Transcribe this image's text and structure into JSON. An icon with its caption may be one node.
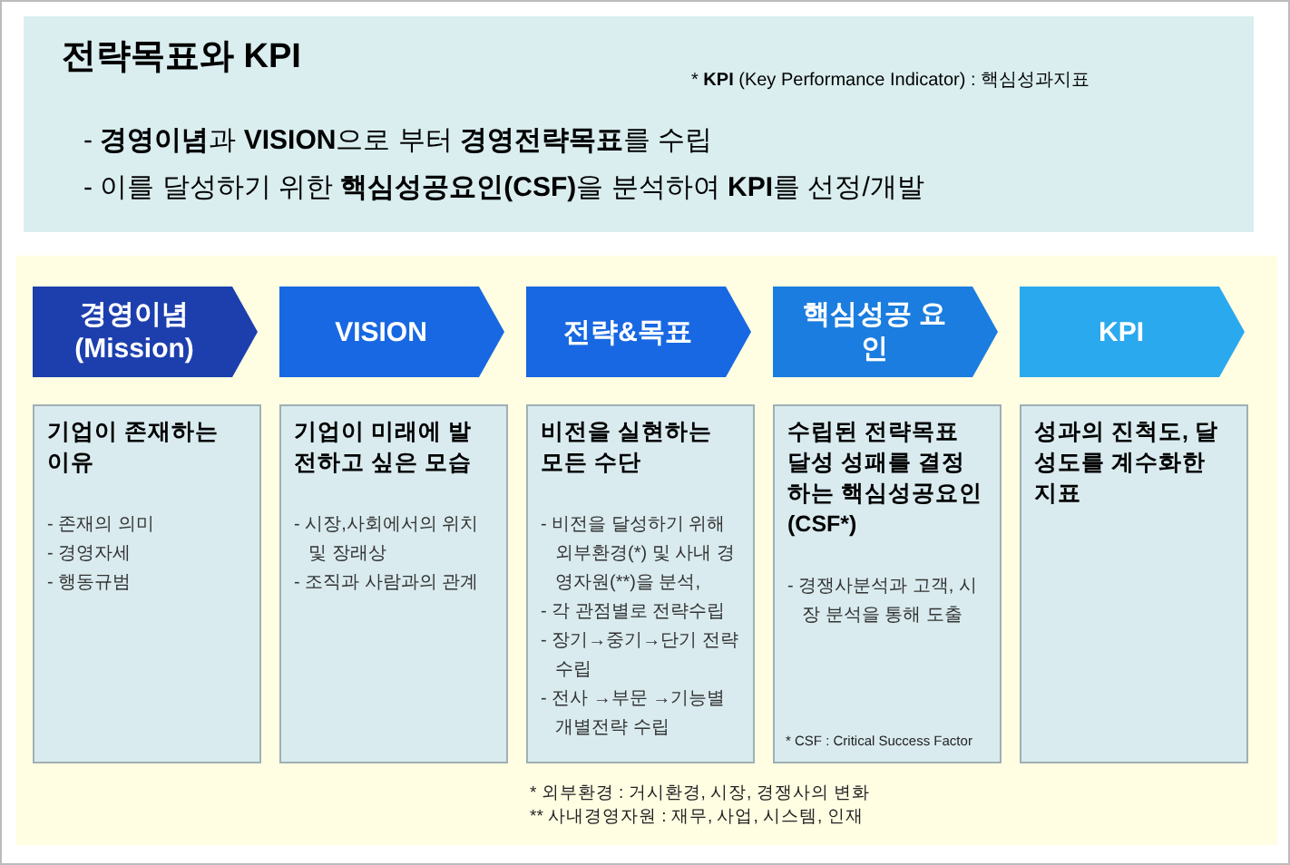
{
  "diagram": {
    "title": "전략목표와 KPI",
    "nodes": [
      {
        "text": [
          "경영이념 (Mission)"
        ]
      },
      {
        "text": [
          "VISION"
        ]
      },
      {
        "text": [
          "전략&목표"
        ]
      },
      {
        "text": [
          "핵심성공 요인"
        ]
      },
      {
        "text": [
          "KPI"
        ]
      },
      {
        "text": [
          "기업이 존재하는 이유",
          "- 존재의 의미",
          "- 경영자세",
          "- 행동규범"
        ]
      },
      {
        "text": [
          "기업이 미래에 발전하고 싶은 모습",
          "- 시장,사회에서의 위치 및 장래상",
          "- 조직과 사람과의 관계"
        ]
      },
      {
        "text": [
          "비전을 실현하는 모든 수단",
          "- 비전을 달성하기 위해 외부환경(*) 및 사내 경영자원(**)을 분석,",
          "- 각 관점별로 전략수립",
          "- 장기→중기→단기 전략 수립",
          "- 전사 →부문 →기능별 개별전략 수립"
        ]
      },
      {
        "text": [
          "수립된 전략목표 달성 성패를 결정하는 핵심성공요인 (CSF*)",
          "- 경쟁사분석과 고객, 시장 분석을 통해 도출",
          "* CSF : Critical Success Factor"
        ]
      },
      {
        "text": [
          "성과의 진척도, 달성도를 계수화한 지표"
        ]
      }
    ],
    "labels": [
      "* **KPI** (Key Performance Indicator) : 핵심성과지표",
      "- **경영이념**과 **VISION**으로 부터 **경영전략목표**를 수립",
      "- 이를 달성하기 위한 **핵심성공요인(CSF)**을 분석하여 **KPI**를 선정/개발",
      "* 외부환경 : 거시환경, 시장, 경쟁사의 변화",
      "** 사내경영자원 : 재무, 사업, 시스템, 인재"
    ]
  }
}
